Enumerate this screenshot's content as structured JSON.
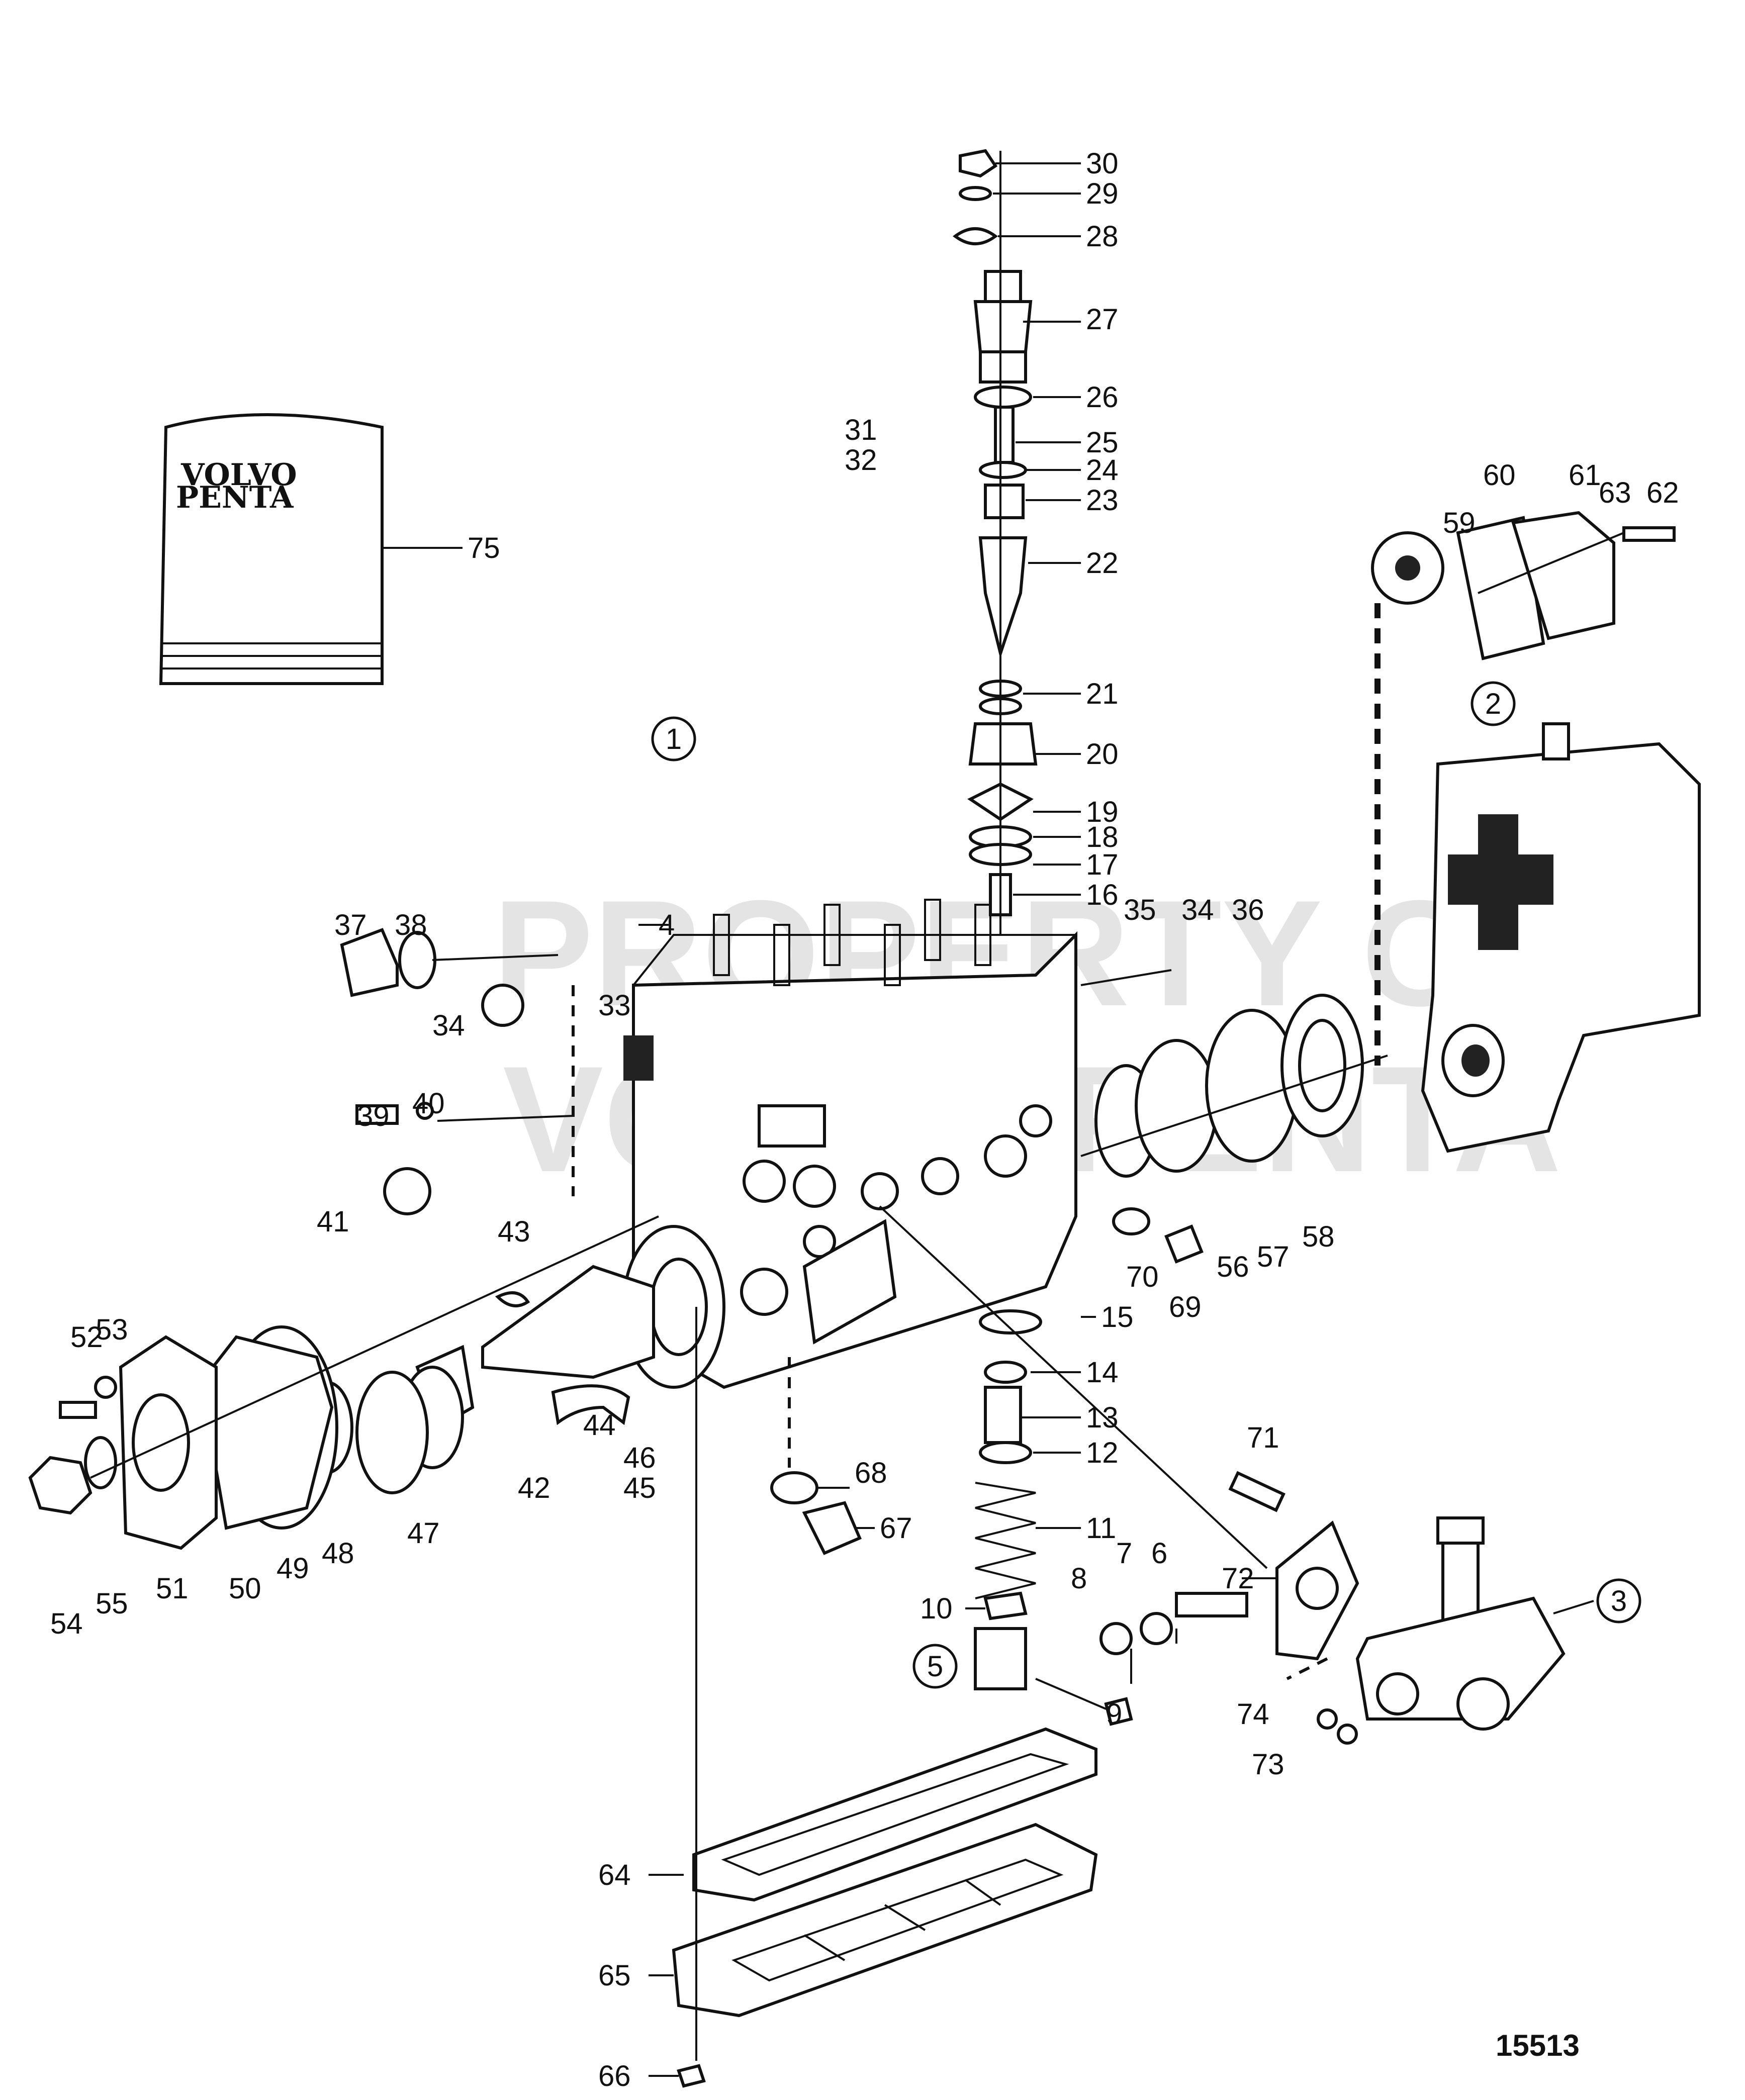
{
  "diagram": {
    "reference_number": "15513",
    "watermark_lines": [
      "PROPERTY OF",
      "VOLVO PENTA"
    ],
    "manual_booklet": {
      "brand_line_1": "VOLVO",
      "brand_line_2": "PENTA"
    },
    "circled_labels": [
      "1",
      "2",
      "3",
      "5"
    ],
    "part_labels": {
      "p4": "4",
      "p6": "6",
      "p7": "7",
      "p8": "8",
      "p9": "9",
      "p10": "10",
      "p11": "11",
      "p12": "12",
      "p13": "13",
      "p14": "14",
      "p15": "15",
      "p16": "16",
      "p17": "17",
      "p18": "18",
      "p19": "19",
      "p20": "20",
      "p21": "21",
      "p22": "22",
      "p23": "23",
      "p24": "24",
      "p25": "25",
      "p26": "26",
      "p27": "27",
      "p28": "28",
      "p29": "29",
      "p30": "30",
      "p31": "31",
      "p32": "32",
      "p33": "33",
      "p34a": "34",
      "p34b": "34",
      "p35": "35",
      "p36": "36",
      "p37": "37",
      "p38": "38",
      "p39": "39",
      "p40": "40",
      "p41": "41",
      "p42": "42",
      "p43": "43",
      "p44": "44",
      "p45": "45",
      "p46": "46",
      "p47": "47",
      "p48": "48",
      "p49": "49",
      "p50": "50",
      "p51": "51",
      "p52": "52",
      "p53": "53",
      "p54": "54",
      "p55": "55",
      "p56": "56",
      "p57": "57",
      "p58": "58",
      "p59": "59",
      "p60": "60",
      "p61": "61",
      "p62": "62",
      "p63": "63",
      "p64": "64",
      "p65": "65",
      "p66": "66",
      "p67": "67",
      "p68": "68",
      "p69": "69",
      "p70": "70",
      "p71": "71",
      "p72": "72",
      "p73": "73",
      "p74": "74",
      "p75": "75"
    }
  }
}
